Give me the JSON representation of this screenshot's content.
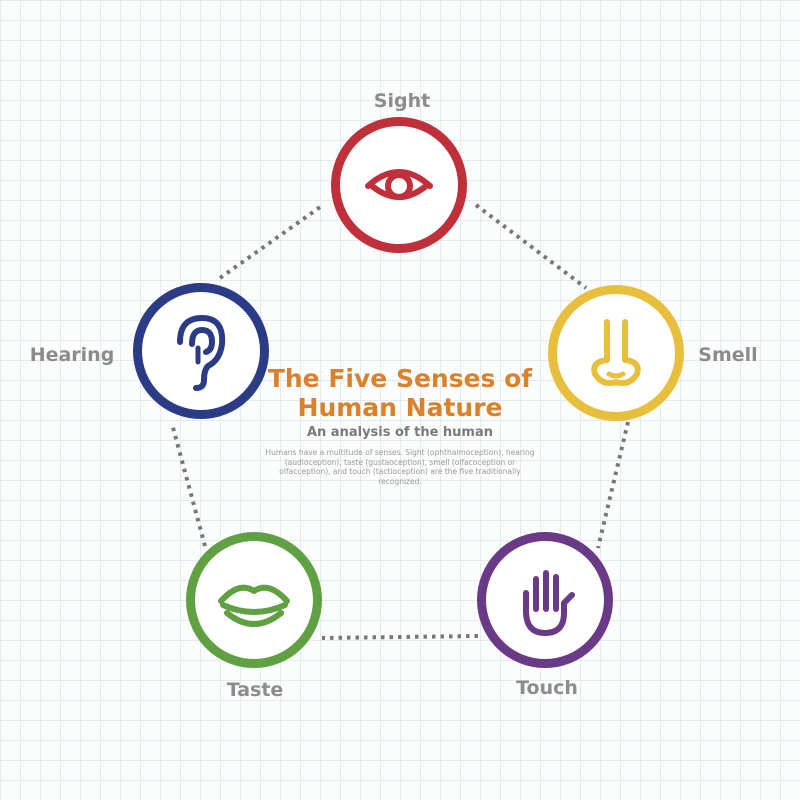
{
  "title": "The Five Senses of Human Nature",
  "subtitle": "An analysis of the human",
  "description": "Humans have a multitude of senses. Sight (ophthalmoception), hearing (audioception), taste (gustaoception), smell (olfacoception or olfacception), and touch (tactioception) are the five traditionally recognized.",
  "senses": [
    {
      "label": "Sight",
      "icon": "eye-icon",
      "color": "#c0303a"
    },
    {
      "label": "Smell",
      "icon": "nose-icon",
      "color": "#e8bf3c"
    },
    {
      "label": "Touch",
      "icon": "hand-icon",
      "color": "#6a3a86"
    },
    {
      "label": "Taste",
      "icon": "lips-icon",
      "color": "#5fa043"
    },
    {
      "label": "Hearing",
      "icon": "ear-icon",
      "color": "#2b3b86"
    }
  ],
  "colors": {
    "title": "#d9822b",
    "label": "#8c8c8c",
    "connector": "#777777",
    "grid": "#e3ebee"
  }
}
